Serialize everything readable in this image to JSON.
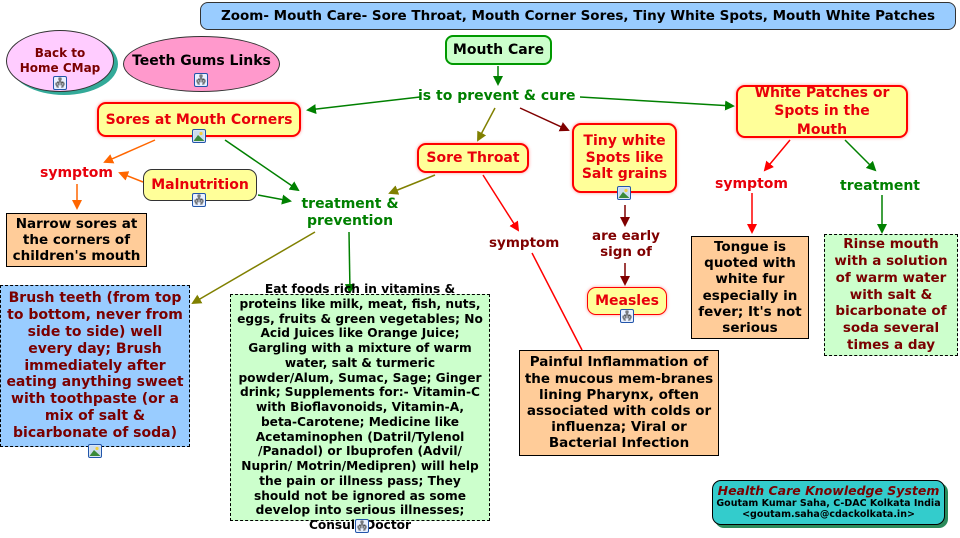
{
  "title": "Zoom- Mouth Care- Sore Throat, Mouth Corner Sores, Tiny White Spots, Mouth White Patches",
  "nav": {
    "back_home": "Back to Home CMap",
    "teeth_gums": "Teeth Gums Links"
  },
  "concepts": {
    "mouth_care": "Mouth Care",
    "sores_corners": "Sores at Mouth Corners",
    "malnutrition": "Malnutrition",
    "sore_throat": "Sore Throat",
    "tiny_spots": "Tiny white Spots like Salt grains",
    "measles": "Measles",
    "white_patches": "White Patches or Spots in the Mouth"
  },
  "link_phrases": {
    "prevent_cure": "is to prevent & cure",
    "symptom_left": "symptom",
    "treatment_prevention": "treatment & prevention",
    "symptom_throat": "symptom",
    "early_sign": "are early sign of",
    "symptom_right": "symptom",
    "treatment_right": "treatment"
  },
  "info": {
    "narrow_sores": "Narrow sores at the corners of children's mouth",
    "brush_teeth": "Brush teeth (from top to bottom, never from side to side) well every day; Brush immediately after eating anything sweet with toothpaste (or a mix of salt & bicarbonate of soda)",
    "eat_foods": "Eat foods rich in vitamins & proteins like milk, meat, fish, nuts, eggs, fruits & green vegetables; No Acid Juices like Orange Juice; Gargling with a mixture of warm water, salt & turmeric powder/Alum, Sumac, Sage; Ginger drink; Supplements for:- Vitamin-C with Bioflavonoids, Vitamin-A, beta-Carotene; Medicine like Acetaminophen (Datril/Tylenol /Panadol) or Ibuprofen (Advil/ Nuprin/ Motrin/Medipren) will help the pain or illness pass; They should not be ignored as some develop into serious illnesses; Consult Doctor",
    "inflammation": "Painful Inflammation of the mucous mem-branes lining Pharynx, often associated with colds or influenza; Viral or Bacterial Infection",
    "tongue": "Tongue is quoted with white fur especially in fever; It's not serious",
    "rinse": "Rinse mouth with a solution of warm water with salt & bicarbonate of soda several times a day"
  },
  "footer": {
    "system": "Health Care Knowledge System",
    "author": "Goutam Kumar Saha, C-DAC Kolkata India",
    "email": "<goutam.saha@cdackolkata.in>"
  },
  "colors": {
    "green": "#008000",
    "red": "#e8000b",
    "dark_red": "#800000",
    "olive": "#808000",
    "orange": "#ff6600"
  }
}
